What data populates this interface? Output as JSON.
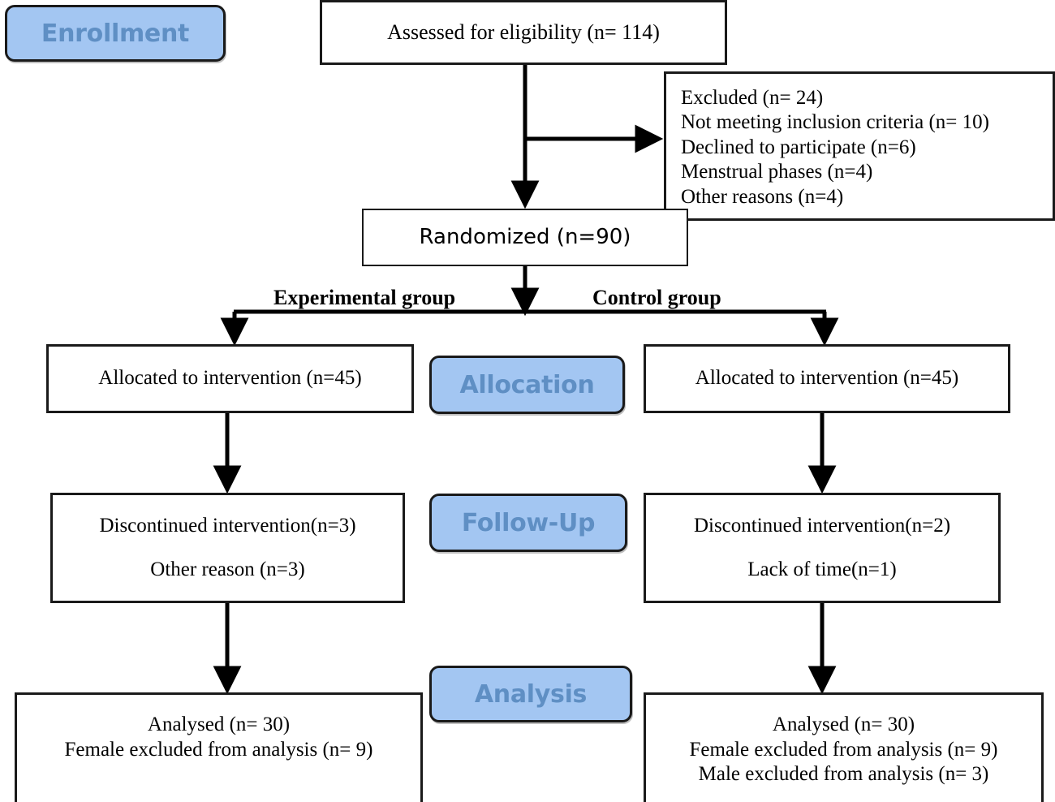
{
  "diagram": {
    "title": "CONSORT participant flow diagram",
    "colors": {
      "badge_fill": "#a3c6f2",
      "badge_text": "#5f8fc4",
      "box_border": "#1a1a1a",
      "box_fill": "#ffffff",
      "edge": "#000000"
    }
  },
  "stages": [
    {
      "id": "enrollment",
      "label": "Enrollment"
    },
    {
      "id": "allocation",
      "label": "Allocation"
    },
    {
      "id": "followup",
      "label": "Follow-Up"
    },
    {
      "id": "analysis",
      "label": "Analysis"
    }
  ],
  "branch_labels": {
    "experimental": "Experimental group",
    "control": "Control group"
  },
  "nodes": {
    "assessed": {
      "lines": [
        "Assessed for eligibility (n= 114)"
      ]
    },
    "excluded": {
      "lines": [
        "Excluded (n= 24)",
        "Not meeting inclusion criteria (n= 10)",
        "Declined to participate (n=6)",
        "Menstrual phases (n=4)",
        "Other reasons (n=4)"
      ]
    },
    "randomized": {
      "lines": [
        "Randomized (n=90)"
      ]
    },
    "allocated_left": {
      "lines": [
        "Allocated to intervention (n=45)"
      ]
    },
    "allocated_right": {
      "lines": [
        "Allocated to intervention (n=45)"
      ]
    },
    "followup_left": {
      "lines": [
        "Discontinued intervention(n=3)",
        "Other reason (n=3)"
      ]
    },
    "followup_right": {
      "lines": [
        "Discontinued intervention(n=2)",
        "Lack of time(n=1)"
      ]
    },
    "analysis_left": {
      "lines": [
        "Analysed (n= 30)",
        "Female excluded from analysis (n= 9)"
      ]
    },
    "analysis_right": {
      "lines": [
        "Analysed (n= 30)",
        "Female excluded from analysis (n= 9)",
        "Male excluded from analysis (n= 3)"
      ]
    }
  },
  "counts": {
    "assessed_for_eligibility": 114,
    "excluded_total": 24,
    "not_meeting_inclusion_criteria": 10,
    "declined_to_participate": 6,
    "menstrual_phases": 4,
    "other_reasons": 4,
    "randomized": 90,
    "allocated_experimental": 45,
    "allocated_control": 45,
    "discontinued_experimental": 3,
    "other_reason_experimental": 3,
    "discontinued_control": 2,
    "lack_of_time_control": 1,
    "analysed_experimental": 30,
    "female_excluded_experimental": 9,
    "analysed_control": 30,
    "female_excluded_control": 9,
    "male_excluded_control": 3
  }
}
